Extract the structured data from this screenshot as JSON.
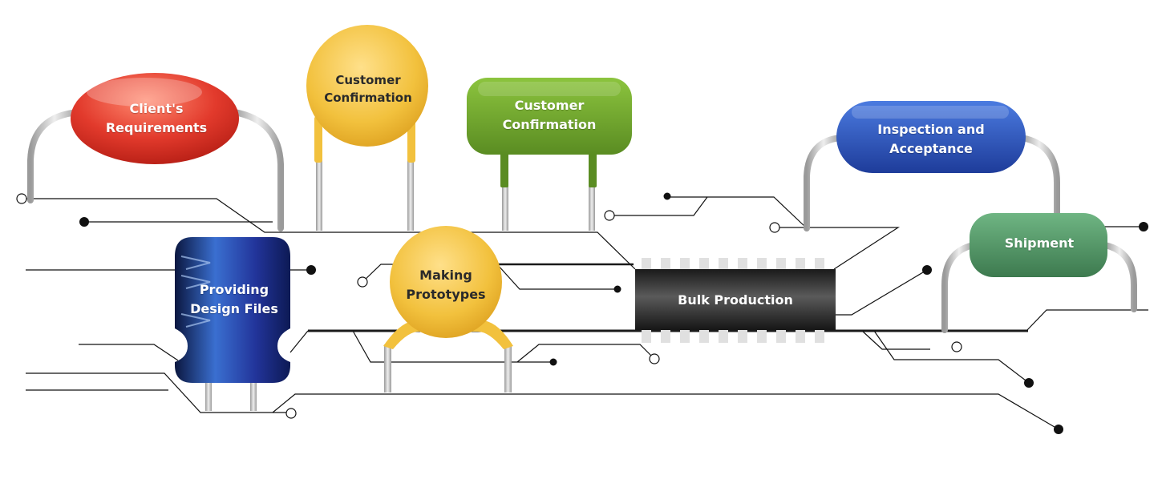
{
  "steps": [
    {
      "label": "Client's\nRequirements"
    },
    {
      "label": "Customer\nConfirmation"
    },
    {
      "label": "Customer\nConfirmation"
    },
    {
      "label": "Providing\nDesign Files"
    },
    {
      "label": "Making\nPrototypes"
    },
    {
      "label": "Bulk Production"
    },
    {
      "label": "Inspection and\nAcceptance"
    },
    {
      "label": "Shipment"
    }
  ],
  "colors": {
    "red": "#e23a2c",
    "yellow": "#f2c13d",
    "green": "#6fa72e",
    "blue": "#2f5cc4",
    "dark_blue": "#22349a",
    "teal_green": "#4f9363",
    "chip": "#333333",
    "lead": "#c9c9c9",
    "trace": "#111111"
  }
}
